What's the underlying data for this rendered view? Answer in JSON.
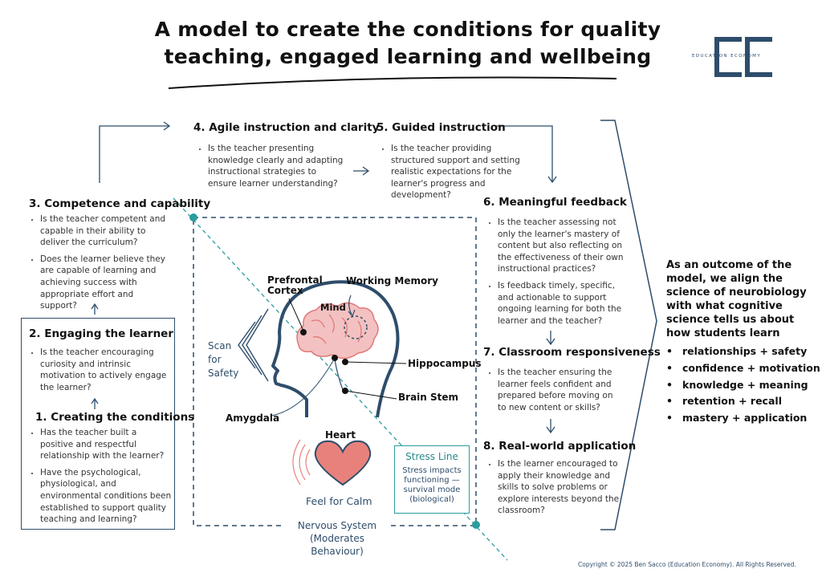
{
  "title": {
    "line1": "A model to create the conditions for quality",
    "line2": "teaching, engaged learning and wellbeing"
  },
  "logo": {
    "letters": "EE",
    "name": "EDUCATION ECONOMY"
  },
  "steps": {
    "s1": {
      "heading": "1. Creating the conditions",
      "items": [
        "Has the teacher built a positive and respectful relationship with the learner?",
        "Have the psychological, physiological, and environmental conditions been established to support quality teaching and learning?"
      ]
    },
    "s2": {
      "heading": "2. Engaging the learner",
      "items": [
        "Is the teacher encouraging curiosity and intrinsic motivation to actively engage the learner?"
      ]
    },
    "s3": {
      "heading": "3. Competence and capability",
      "items": [
        "Is the teacher competent and capable in their ability to deliver the curriculum?",
        "Does the learner believe they are capable of learning and achieving success with appropriate effort and support?"
      ]
    },
    "s4": {
      "heading": "4. Agile instruction and clarity",
      "items": [
        "Is the teacher presenting knowledge clearly and adapting instructional strategies to ensure learner understanding?"
      ]
    },
    "s5": {
      "heading": "5. Guided instruction",
      "items": [
        "Is the teacher providing structured support and setting realistic expectations for the learner's progress and development?"
      ]
    },
    "s6": {
      "heading": "6. Meaningful feedback",
      "items": [
        "Is the teacher assessing not only the learner's mastery of content but also reflecting on the effectiveness of their own instructional practices?",
        "Is feedback timely, specific, and actionable to support ongoing learning for both the learner and the teacher?"
      ]
    },
    "s7": {
      "heading": "7. Classroom responsiveness",
      "items": [
        "Is the teacher ensuring the learner feels confident and prepared before moving on to new content or skills?"
      ]
    },
    "s8": {
      "heading": "8. Real-world application",
      "items": [
        "Is the learner encouraged to apply their knowledge and skills to solve problems or explore interests beyond the classroom?"
      ]
    }
  },
  "brain": {
    "prefrontal": "Prefrontal\nCortex",
    "working_memory": "Working Memory",
    "mind": "Mind",
    "hippocampus": "Hippocampus",
    "brain_stem": "Brain Stem",
    "amygdala": "Amygdala",
    "heart": "Heart",
    "feel_for_calm": "Feel for Calm",
    "scan_for_safety": "Scan\nfor\nSafety",
    "nervous_system": "Nervous System",
    "moderates": "(Moderates Behaviour)"
  },
  "stress": {
    "title": "Stress Line",
    "subtitle": "Stress impacts functioning — survival mode (biological)"
  },
  "outcome": {
    "intro": "As an outcome of the model, we align the science of neurobiology with what cognitive science tells us about how students learn",
    "items": [
      "relationships + safety",
      "confidence + motivation",
      "knowledge + meaning",
      "retention + recall",
      "mastery + application"
    ]
  },
  "copyright": "Copyright © 2025 Ben Sacco (Education Economy). All Rights Reserved.",
  "colors": {
    "navy": "#2e4d6b",
    "teal": "#2a9d9d",
    "heart": "#e8817c",
    "brain": "#f3b2b2"
  }
}
